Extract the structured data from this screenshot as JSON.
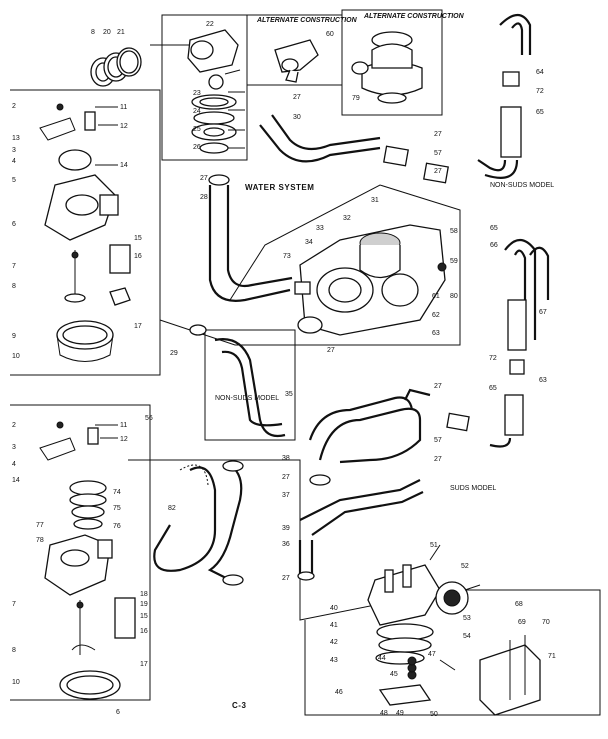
{
  "diagram": {
    "panel_headers": {
      "alternate_construction_1": "ALTERNATE CONSTRUCTION",
      "alternate_construction_2": "ALTERNATE CONSTRUCTION",
      "water_system": "WATER SYSTEM",
      "non_suds_model_right": "NON-SUDS MODEL",
      "non_suds_model_center": "NON-SUDS MODEL",
      "suds_model": "SUDS MODEL",
      "page_code": "C-3"
    },
    "callouts": {
      "c8": "8",
      "c20": "20",
      "c21": "21",
      "c22": "22",
      "c23": "23",
      "c24": "24",
      "c25": "25",
      "c26": "26",
      "c60": "60",
      "c79": "79",
      "c64": "64",
      "c72": "72",
      "c65": "65",
      "c27a": "27",
      "c30": "30",
      "c27b": "27",
      "c57a": "57",
      "c27c": "27",
      "c27d": "27",
      "c28": "28",
      "c2": "2",
      "c11": "11",
      "c12": "12",
      "c3": "3",
      "c4": "4",
      "c5": "5",
      "c13": "13",
      "c14": "14",
      "c6": "6",
      "c7": "7",
      "c8b": "8",
      "c15": "15",
      "c16": "16",
      "c17": "17",
      "c9": "9",
      "c10": "10",
      "c31": "31",
      "c32": "32",
      "c33": "33",
      "c34": "34",
      "c73": "73",
      "c58": "58",
      "c59": "59",
      "c61": "61",
      "c80": "80",
      "c62": "62",
      "c63": "63",
      "c27e": "27",
      "c65b": "65",
      "c66": "66",
      "c67": "67",
      "c72b": "72",
      "c65c": "65",
      "c63b": "63",
      "c29": "29",
      "c35": "35",
      "c56": "56",
      "c2b": "2",
      "c11b": "11",
      "c12b": "12",
      "c3b": "3",
      "c4b": "4",
      "c14b": "14",
      "c74": "74",
      "c75": "75",
      "c77": "77",
      "c78": "78",
      "c76": "76",
      "c7b": "7",
      "c18": "18",
      "c19": "19",
      "c15b": "15",
      "c16b": "16",
      "c17b": "17",
      "c8c": "8",
      "c10b": "10",
      "c6b": "6",
      "c27f": "27",
      "c57b": "57",
      "c27g": "27",
      "c38": "38",
      "c37": "37",
      "c27h": "27",
      "c39": "39",
      "c82": "82",
      "c36": "36",
      "c27i": "27",
      "c51": "51",
      "c52": "52",
      "c40": "40",
      "c53": "53",
      "c41": "41",
      "c54": "54",
      "c42": "42",
      "c43": "43",
      "c44": "44",
      "c45": "45",
      "c47": "47",
      "c46": "46",
      "c48": "48",
      "c49": "49",
      "c50": "50",
      "c68": "68",
      "c69": "69",
      "c70": "70",
      "c71": "71"
    }
  }
}
